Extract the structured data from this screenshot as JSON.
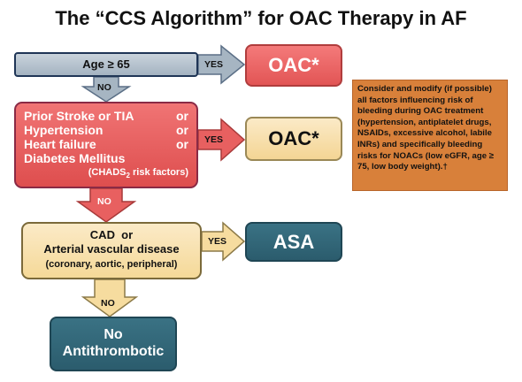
{
  "title": "The “CCS Algorithm” for OAC Therapy in AF",
  "age_box": {
    "text": "Age ≥ 65"
  },
  "risk_box": {
    "lines": [
      {
        "left": "Prior Stroke or TIA",
        "right": "or"
      },
      {
        "left": "Hypertension",
        "right": "or"
      },
      {
        "left": "Heart failure",
        "right": "or"
      },
      {
        "left": "Diabetes Mellitus",
        "right": ""
      }
    ],
    "note_prefix": "(CHADS",
    "note_sub": "2",
    "note_suffix": " risk factors)"
  },
  "cad_box": {
    "line1": "CAD  or",
    "line2": "Arterial vascular disease",
    "note": "(coronary, aortic, peripheral)"
  },
  "outcomes": {
    "oac_top": "OAC*",
    "oac_mid": "OAC*",
    "asa": "ASA",
    "no_antithrombotic_1": "No",
    "no_antithrombotic_2": "Antithrombotic"
  },
  "arrows": {
    "yes_age": "YES",
    "yes_risk": "YES",
    "yes_cad": "YES",
    "no_age": "NO",
    "no_risk": "NO",
    "no_cad": "NO"
  },
  "side_note": "Consider and modify (if possible) all factors influencing risk of bleeding during OAC treatment (hypertension, antiplatelet drugs, NSAIDs, excessive alcohol, labile INRs) and specifically bleeding risks for NOACs (low eGFR, age ≥ 75, low body weight).†",
  "colors": {
    "red": "#e25555",
    "beige": "#f5d998",
    "teal": "#2b5c6d",
    "gray_blue": "#a4b3c1",
    "orange_note": "#d8803a"
  }
}
